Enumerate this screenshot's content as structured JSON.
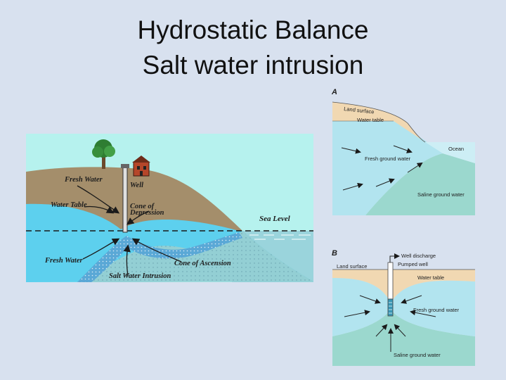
{
  "slide": {
    "title_line1": "Hydrostatic Balance",
    "title_line2": "Salt water intrusion"
  },
  "main_diagram": {
    "labels": {
      "fresh_water_top": "Fresh Water",
      "well": "Well",
      "water_table": "Water Table",
      "cone_of_depression_1": "Cone of",
      "cone_of_depression_2": "Depression",
      "sea_level": "Sea Level",
      "fresh_water_bottom": "Fresh Water",
      "cone_of_ascension": "Cone of Ascension",
      "salt_water_intrusion": "Salt Water Intrusion"
    }
  },
  "panel_a": {
    "letter": "A",
    "land_surface": "Land surface",
    "water_table": "Water table",
    "ocean": "Ocean",
    "fresh_ground_water": "Fresh ground water",
    "saline_ground_water": "Saline ground water"
  },
  "panel_b": {
    "letter": "B",
    "well_discharge": "Well discharge",
    "pumped_well": "Pumped well",
    "land_surface": "Land surface",
    "water_table": "Water table",
    "fresh_ground_water": "Fresh ground water",
    "saline_ground_water": "Saline ground water"
  }
}
